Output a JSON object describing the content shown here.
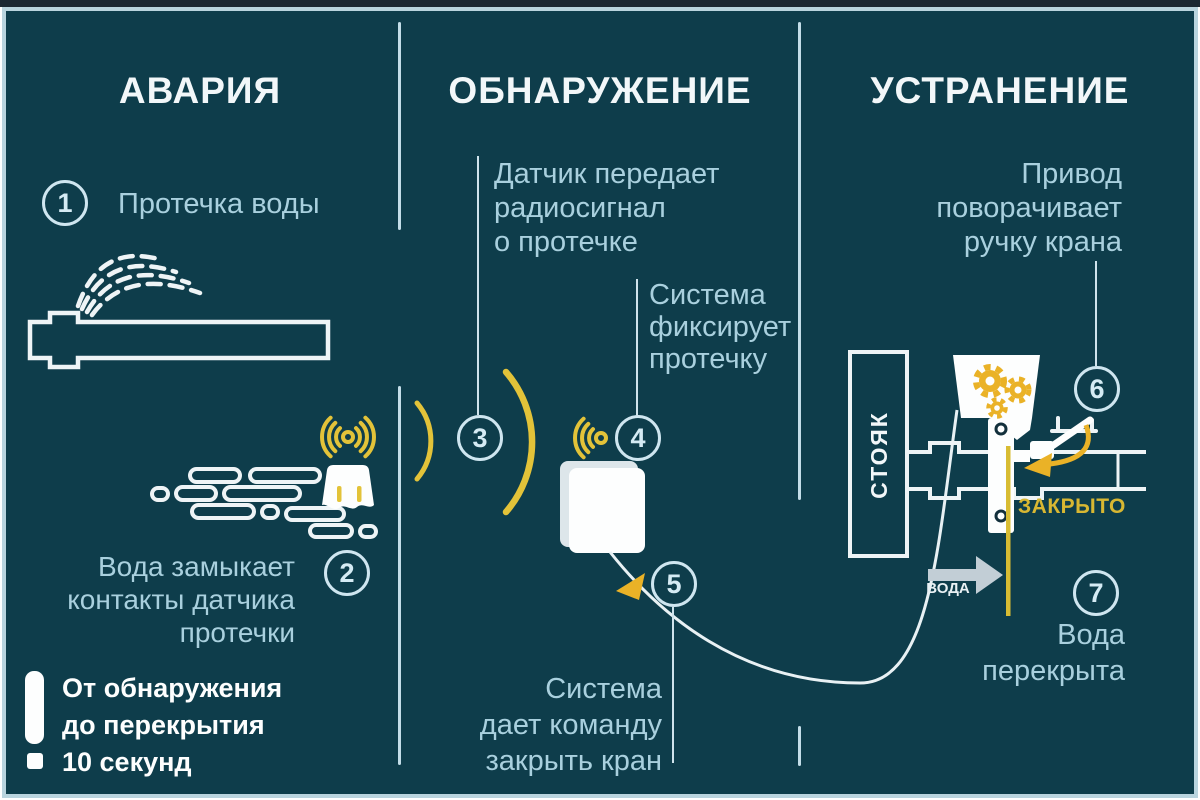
{
  "columns": [
    {
      "header": "АВАРИЯ"
    },
    {
      "header": "ОБНАРУЖЕНИЕ"
    },
    {
      "header": "УСТРАНЕНИЕ"
    }
  ],
  "steps": [
    {
      "num": "1",
      "text": "Протечка воды"
    },
    {
      "num": "2",
      "text": "Вода замыкает\nконтакты датчика\nпротечки"
    },
    {
      "num": "3",
      "text": "Датчик передает\nрадиосигнал\nо протечке"
    },
    {
      "num": "4",
      "text": "Система\nфиксирует\nпротечку"
    },
    {
      "num": "5",
      "text": "Система\nдает команду\nзакрыть кран"
    },
    {
      "num": "6",
      "text": "Привод\nповорачивает\nручку крана"
    },
    {
      "num": "7",
      "text": "Вода\nперекрыта"
    }
  ],
  "labels": {
    "riser": "СТОЯК",
    "closed": "ЗАКРЫТО",
    "water_flow": "ВОДА"
  },
  "note": {
    "text": "От обнаружения\nдо перекрытия\n10 секунд"
  },
  "colors": {
    "background": "#0e3d4b",
    "accent_yellow": "#e3c339",
    "accent_gold": "#eab227",
    "text_light_blue": "#a9d0de",
    "text_white": "#f4f8fa",
    "frame_light": "#b9d4de",
    "frame_dark": "#1c2832"
  }
}
